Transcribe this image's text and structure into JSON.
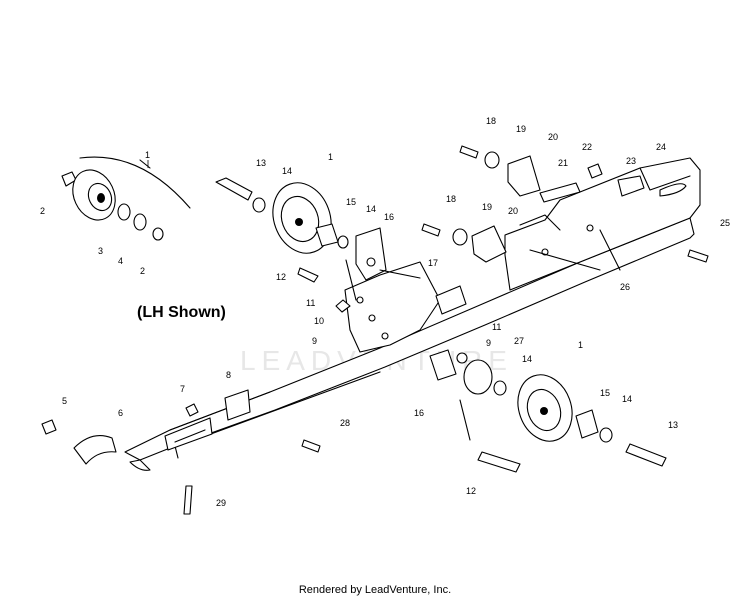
{
  "note": "(LH Shown)",
  "footer": "Rendered by LeadVenture, Inc.",
  "watermark": "LEADVENTURE",
  "callouts": [
    "1",
    "2",
    "3",
    "4",
    "2",
    "13",
    "14",
    "1",
    "15",
    "14",
    "16",
    "12",
    "11",
    "10",
    "9",
    "17",
    "18",
    "19",
    "20",
    "21",
    "22",
    "23",
    "24",
    "18",
    "19",
    "20",
    "25",
    "26",
    "11",
    "9",
    "27",
    "14",
    "1",
    "16",
    "7",
    "8",
    "5",
    "6",
    "28",
    "12",
    "15",
    "14",
    "13",
    "29"
  ]
}
